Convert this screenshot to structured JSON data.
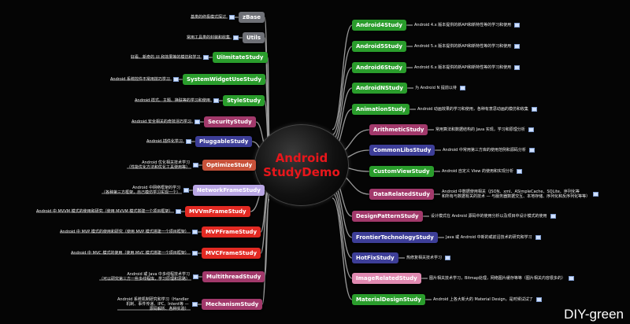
{
  "center": {
    "title": "Android\nStudyDemo"
  },
  "watermark": "DIY-green",
  "colors": {
    "gray": "#6f7177",
    "green": "#2a9d2c",
    "magenta": "#a2396b",
    "red": "#e32a23",
    "blue": "#3d3e98",
    "orange": "#c8523a",
    "lavender": "#b9a6e4",
    "pink": "#e08ab1"
  },
  "left_nodes": [
    {
      "label": "zBase",
      "color": "gray",
      "desc": "基类的终极模式探讨"
    },
    {
      "label": "Utils",
      "color": "gray",
      "desc": "常用工具类的封装和收集"
    },
    {
      "label": "UiImitateStudy",
      "color": "green",
      "desc": "好看、新奇的 UI 和效果等的模仿和学习"
    },
    {
      "label": "SystemWidgetUseStudy",
      "color": "green",
      "desc": "Android 系统控件不常用技巧学习"
    },
    {
      "label": "StyleStudy",
      "color": "green",
      "desc": "Android 样式、主题、换肤等的学习和使用"
    },
    {
      "label": "SecurityStudy",
      "color": "magenta",
      "desc": "Android 安全相关的奇技淫巧学习"
    },
    {
      "label": "PluggableStudy",
      "color": "blue",
      "desc": "Android 插件化学习"
    },
    {
      "label": "OptimizeStudy",
      "color": "orange",
      "desc": "Android 优化相关技术学习\n（性能优化方法和优化工具使用等）"
    },
    {
      "label": "NetworkFrameStudy",
      "color": "lavender",
      "desc": "Android 中网络框架的学习\n（各种第三方框架，自己模仿学习实现一个）"
    },
    {
      "label": "MVVmFrameStudy",
      "color": "red",
      "desc": "Android 中 MVVM 模式的使用和研究（使用 MVVM 模式搭建一个项目框架）"
    },
    {
      "label": "MVPFrameStudy",
      "color": "red",
      "desc": "Android 中 MVP 模式的使用和研究（使用 MVP 模式搭建一个项目框架）"
    },
    {
      "label": "MVCFrameStudy",
      "color": "red",
      "desc": "Android 中 MVC 模式的使用（使用 MVC 模式搭建一个项目框架）"
    },
    {
      "label": "MultithreadStudy",
      "color": "magenta",
      "desc": "Android 或 Java 中多线程技术学习\n（可以研究第三方一些多线程库，学习原理和思路）"
    },
    {
      "label": "MechanismStudy",
      "color": "magenta",
      "desc": "Android 系统机制研究和学习（Handler\n机制、事件传递、IPC、Intent等 —\n源码解析、各种实验）"
    }
  ],
  "right_nodes": [
    {
      "label": "Android4Study",
      "color": "green",
      "desc": "Android 4.x 版本提供的新API和新特性等的学习和使用"
    },
    {
      "label": "Android5Study",
      "color": "green",
      "desc": "Android 5.x 版本提供的新API和新特性等的学习和使用"
    },
    {
      "label": "Android6Study",
      "color": "green",
      "desc": "Android 6.x 版本提供的新API和新特性等的学习和使用"
    },
    {
      "label": "AndroidNStudy",
      "color": "green",
      "desc": "为 Android N 提前以待"
    },
    {
      "label": "AnimationStudy",
      "color": "green",
      "desc": "Android 动画效果的学习和使用，各种有意思动画的模仿和收集"
    },
    {
      "label": "ArithmeticStudy",
      "color": "magenta",
      "desc": "常用算法和数据结构的 Java 实现，学习和原理分析"
    },
    {
      "label": "CommonLibsStudy",
      "color": "blue",
      "desc": "Android 中常用第三方库的使用范例和源码分析"
    },
    {
      "label": "CustomViewStudy",
      "color": "green",
      "desc": "Android 自定义 View 的使用和实现分析"
    },
    {
      "label": "DataRelatedStudy",
      "color": "magenta",
      "desc": "Android 中数据使用相关（JSON、xml、ASimpleCache、SQLite、序列化等\n和所有与数据有关的技术 — 与服务器数据交互、本地存储、序列化和反序列化等等）"
    },
    {
      "label": "DesignPatternStudy",
      "color": "magenta",
      "desc": "设计模式在 Android 源码中的使用分析以及项目中设计模式的使用"
    },
    {
      "label": "FrontierTechnologyStudy",
      "color": "blue",
      "desc": "Java 或 Android 中新的或前沿技术的研究和学习"
    },
    {
      "label": "HotFixStudy",
      "color": "blue",
      "desc": "热修复相关技术学习"
    },
    {
      "label": "ImageRelatedStudy",
      "color": "pink",
      "desc": "图片相关技术学习，Bitmap处理，网络图片缓存等等（图片相关内容很多的）"
    },
    {
      "label": "MaterialDesignStudy",
      "color": "green",
      "desc": "Android 上各大新大的 Material Design，是时候试试了"
    }
  ]
}
